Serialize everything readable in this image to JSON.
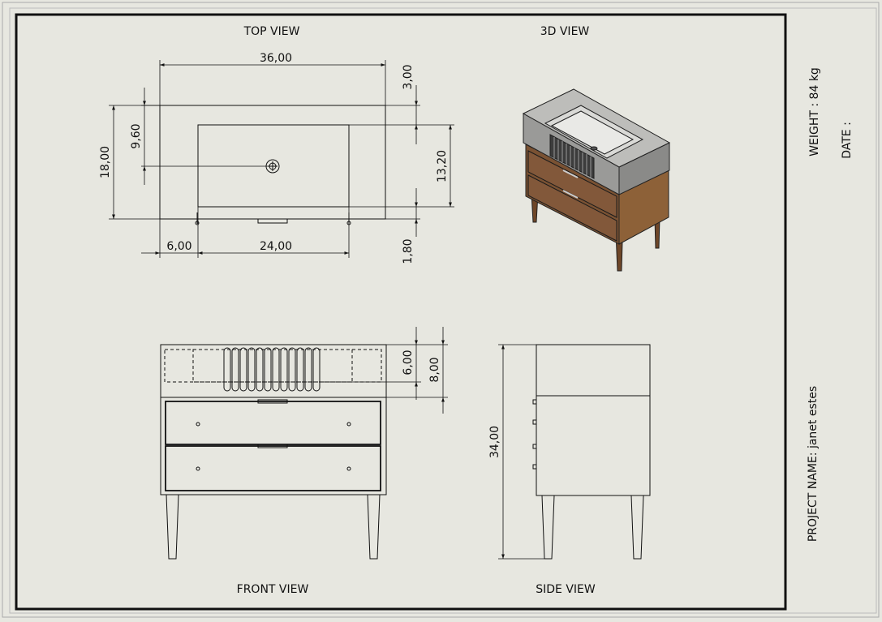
{
  "views": {
    "top": "TOP VIEW",
    "three_d": "3D VIEW",
    "front": "FRONT VIEW",
    "side": "SIDE VIEW"
  },
  "dimensions": {
    "top_width": "36,00",
    "top_depth": "18,00",
    "top_drain_offset": "9,60",
    "top_margin": "3,00",
    "top_basin_depth": "13,20",
    "top_rear_margin": "1,80",
    "top_left_offset": "6,00",
    "top_basin_width": "24,00",
    "front_panel_height": "6,00",
    "front_top_height": "8,00",
    "side_height": "34,00"
  },
  "title_block": {
    "weight": "WEIGHT : 84 kg",
    "date": "DATE :",
    "project_name": "PROJECT NAME:  janet estes"
  },
  "colors": {
    "background": "#e7e7e0",
    "line": "#111111",
    "wood": "#7a5233",
    "concrete": "#9a9a98"
  }
}
